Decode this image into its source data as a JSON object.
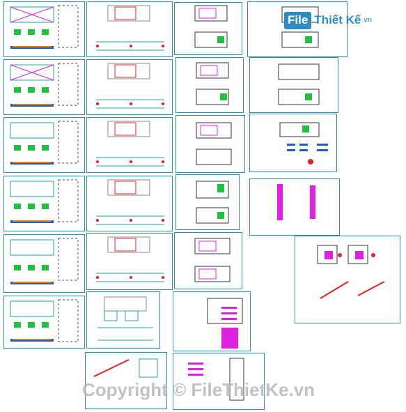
{
  "logo": {
    "badge": "File",
    "text": "Thiết Kế",
    "domain": ".vn"
  },
  "watermark": "Copyright © FileThietKe.vn",
  "colors": {
    "border": "#2a8fb0",
    "accent": "#2d8cc4",
    "magenta": "#e020e0",
    "red": "#e02020",
    "green": "#20c040"
  }
}
